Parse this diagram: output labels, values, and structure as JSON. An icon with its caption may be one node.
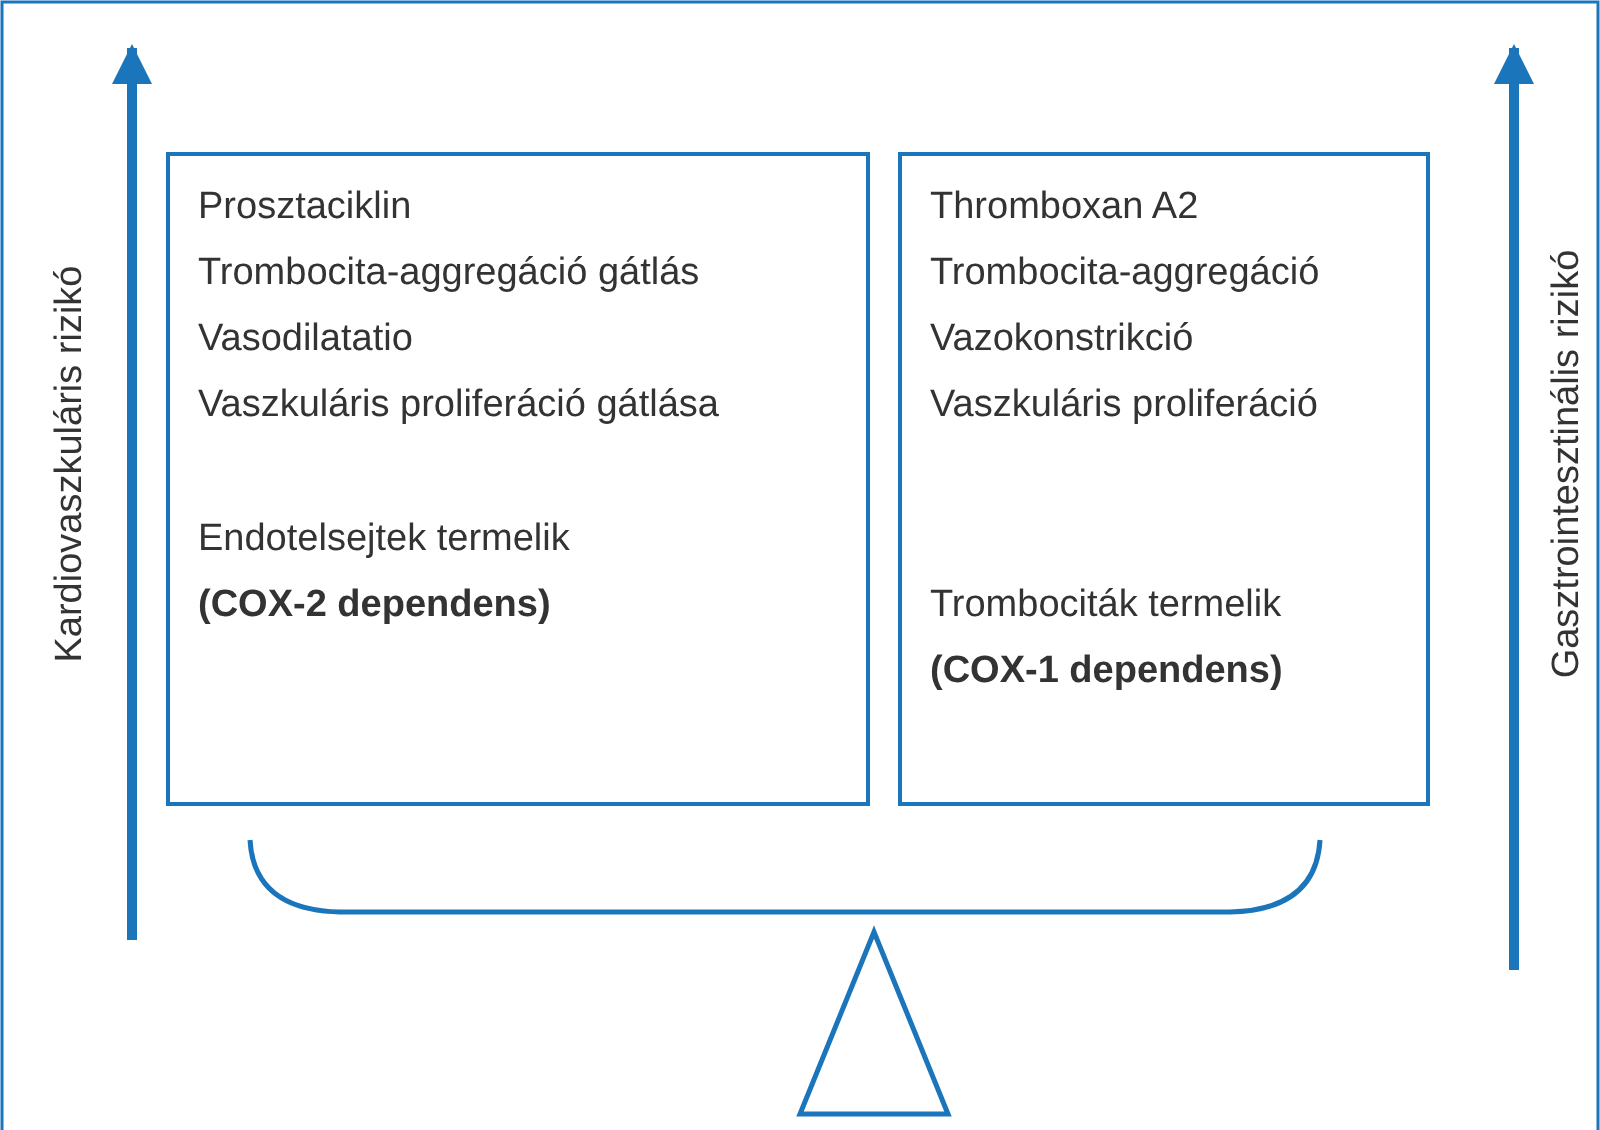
{
  "diagram": {
    "nodes": [
      {
        "text": [
          "Prosztaciklin",
          "Trombocita-aggregáció gátlás",
          "Vasodilatatio",
          "Vaszkuláris proliferáció gátlása",
          "Endotelsejtek termelik",
          "(COX-2 dependens)"
        ]
      },
      {
        "text": [
          "Thromboxan A2",
          "Trombocita-aggregáció",
          "Vazokonstrikció",
          "Vaszkuláris proliferáció",
          "Trombociták termelik",
          "(COX-1 dependens)"
        ]
      }
    ],
    "labels": [
      "Kardiovaszkuláris rizikó",
      "Gasztrointesztinális rizikó"
    ]
  }
}
